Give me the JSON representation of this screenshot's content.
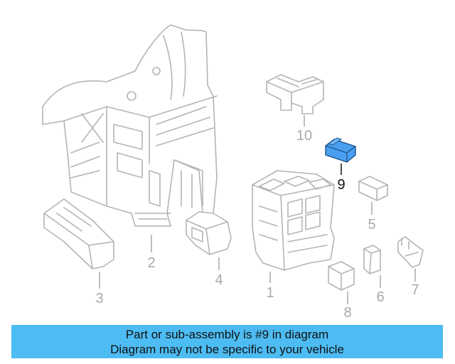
{
  "callouts": [
    {
      "id": "1",
      "label": "1",
      "highlighted": false
    },
    {
      "id": "2",
      "label": "2",
      "highlighted": false
    },
    {
      "id": "3",
      "label": "3",
      "highlighted": false
    },
    {
      "id": "4",
      "label": "4",
      "highlighted": false
    },
    {
      "id": "5",
      "label": "5",
      "highlighted": false
    },
    {
      "id": "6",
      "label": "6",
      "highlighted": false
    },
    {
      "id": "7",
      "label": "7",
      "highlighted": false
    },
    {
      "id": "8",
      "label": "8",
      "highlighted": false
    },
    {
      "id": "9",
      "label": "9",
      "highlighted": true
    },
    {
      "id": "10",
      "label": "10",
      "highlighted": false
    }
  ],
  "colors": {
    "highlight_part": "#4a9ff0",
    "banner_background": "#4dbcf3",
    "line_art": "#b4b4b4"
  },
  "banner": {
    "line1": "Part or sub-assembly is #9 in diagram",
    "line2": "Diagram may not be specific to your vehicle"
  }
}
